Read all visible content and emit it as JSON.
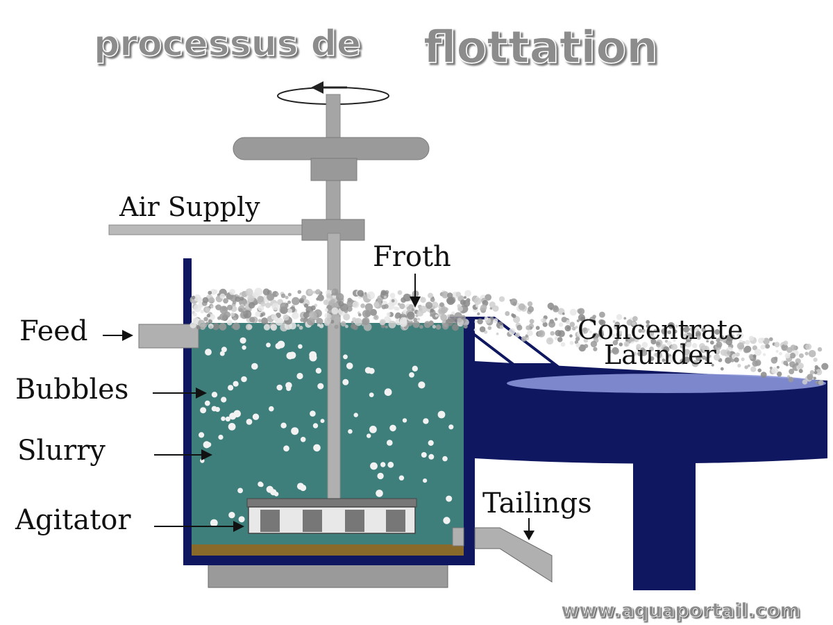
{
  "title": {
    "part1": "processus de",
    "part2": "flottation"
  },
  "labels": {
    "air_supply": "Air Supply",
    "froth": "Froth",
    "feed": "Feed",
    "bubbles": "Bubbles",
    "slurry": "Slurry",
    "agitator": "Agitator",
    "concentrate": "Concentrate",
    "launder": "Launder",
    "tailings": "Tailings"
  },
  "watermark": "www.aquaportail.com",
  "colors": {
    "tank": "#0f1760",
    "slurry": "#3e7f7c",
    "metal": "#9a9a9a",
    "froth": "#b8b8b8",
    "sediment": "#8a6a2a",
    "launder_fill": "#8893d8"
  }
}
